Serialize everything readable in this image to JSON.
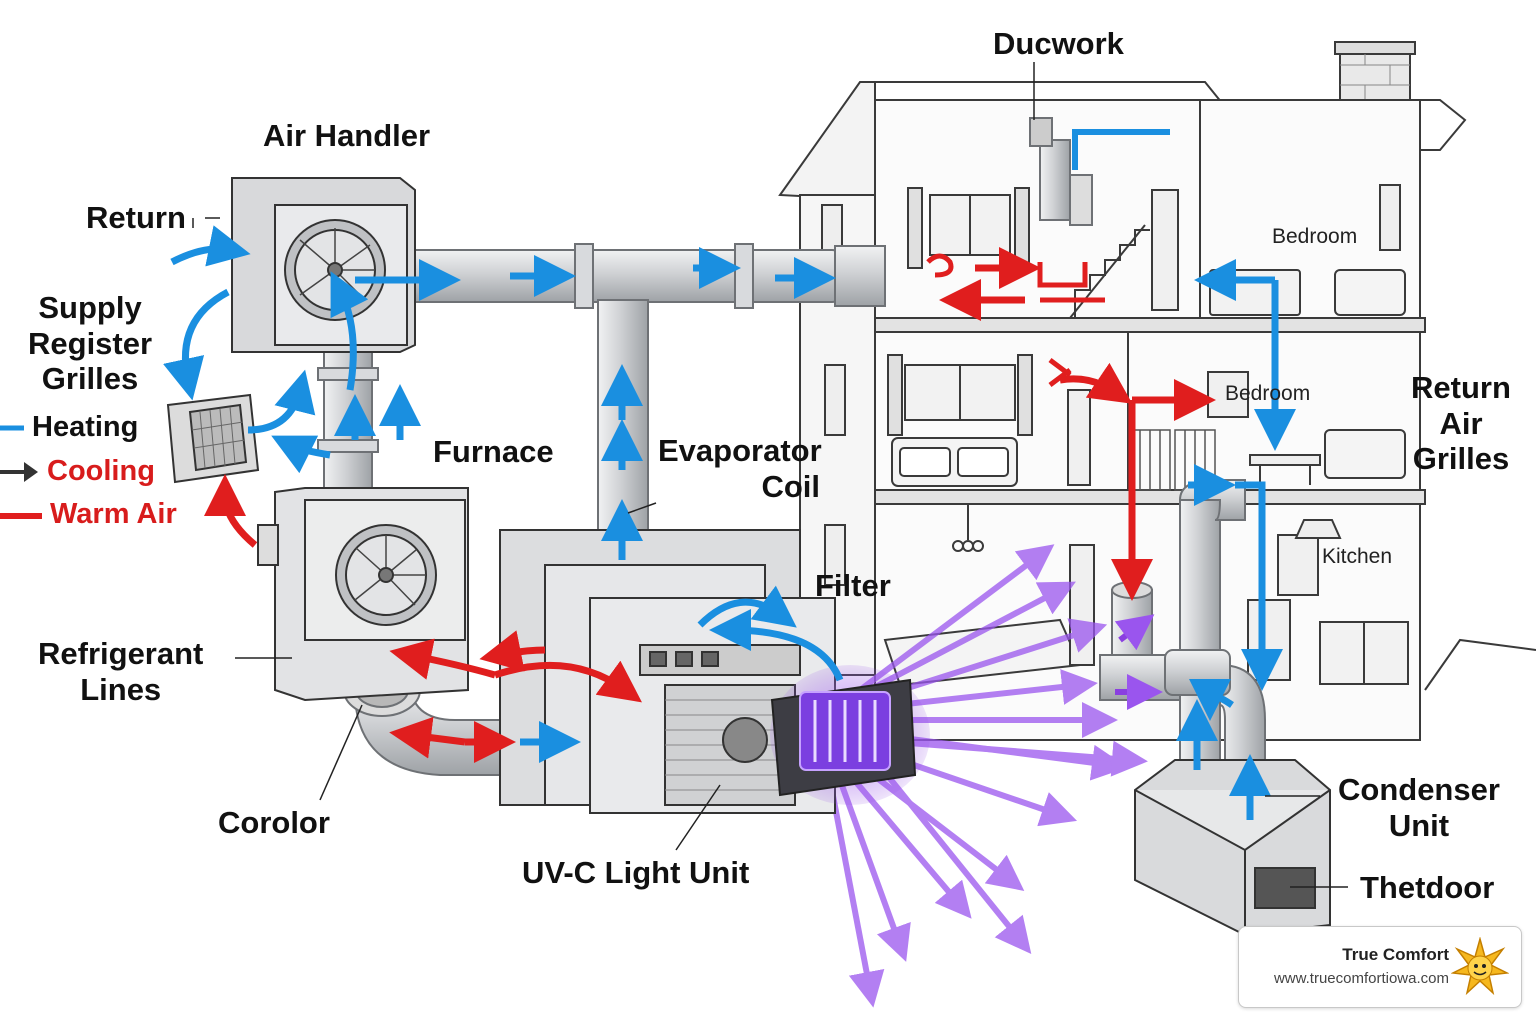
{
  "labels": {
    "ductwork": "Ducwork",
    "air_handler": "Air Handler",
    "return": "Return",
    "supply_register_grilles": "Supply\nRegister\nGrilles",
    "furnace": "Furnace",
    "evaporator_coil": "Evaporator\nCoil",
    "filter": "Filter",
    "refrigerant_lines": "Refrigerant\nLines",
    "corolor": "Corolor",
    "uvc_light_unit": "UV-C Light Unit",
    "return_air_grilles": "Return Air\nGrilles",
    "condenser_unit": "Condenser\nUnit",
    "thetdoor": "Thetdoor"
  },
  "rooms": {
    "bedroom_upper": "Bedroom",
    "bedroom_middle": "Bedroom",
    "kitchen": "Kitchen"
  },
  "legend": [
    {
      "label": "Heating",
      "color": "#1a7fd6",
      "marker": "line"
    },
    {
      "label": "Cooling",
      "color": "#d81c1c",
      "marker": "arrow",
      "marker_color": "#333333"
    },
    {
      "label": "Warm Air",
      "color": "#d81c1c",
      "marker": "line"
    }
  ],
  "brand": {
    "name": "True Comfort",
    "url": "www.truecomfortiowa.com",
    "logo": "star-sun-mascot-icon"
  },
  "colors": {
    "heating_blue": "#1a8fe0",
    "warm_red": "#e01e1e",
    "uv_purple": "#8a3fe0",
    "duct_gray": "#c7c9cc",
    "line_dark": "#2a2a2a"
  }
}
